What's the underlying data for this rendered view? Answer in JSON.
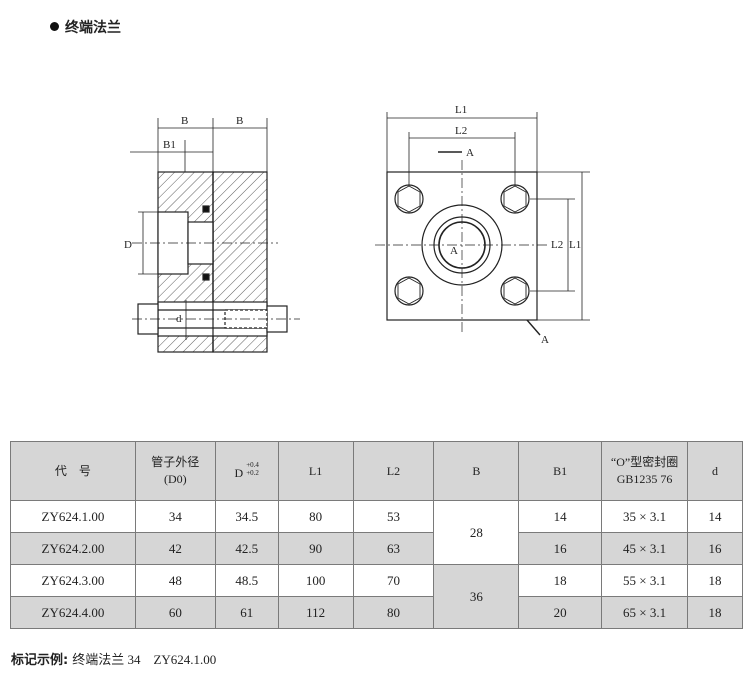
{
  "title": "终端法兰",
  "drawing": {
    "left_labels": {
      "b1": "B",
      "b2": "B",
      "b_sub": "B1",
      "d_big": "D",
      "d_small": "d"
    },
    "right_labels": {
      "l1_top": "L1",
      "l2_top": "L2",
      "a_top": "A",
      "a_center": "A",
      "l2_side": "L2",
      "l1_side": "L1",
      "a_bottom": "A"
    }
  },
  "table": {
    "headers": {
      "code": "代　号",
      "pipe_line1": "管子外径",
      "pipe_line2": "(D0)",
      "d_main": "D",
      "d_tol_upper": "+0.4",
      "d_tol_lower": "+0.2",
      "l1": "L1",
      "l2": "L2",
      "b": "B",
      "b1": "B1",
      "oring_line1": "“O”型密封圈",
      "oring_line2": "GB1235  76",
      "d": "d"
    },
    "rows": [
      {
        "code": "ZY624.1.00",
        "pipe": "34",
        "D": "34.5",
        "L1": "80",
        "L2": "53",
        "B1": "14",
        "oring": "35 × 3.1",
        "d": "14"
      },
      {
        "code": "ZY624.2.00",
        "pipe": "42",
        "D": "42.5",
        "L1": "90",
        "L2": "63",
        "B1": "16",
        "oring": "45 × 3.1",
        "d": "16"
      },
      {
        "code": "ZY624.3.00",
        "pipe": "48",
        "D": "48.5",
        "L1": "100",
        "L2": "70",
        "B1": "18",
        "oring": "55 × 3.1",
        "d": "18"
      },
      {
        "code": "ZY624.4.00",
        "pipe": "60",
        "D": "61",
        "L1": "112",
        "L2": "80",
        "B1": "20",
        "oring": "65 × 3.1",
        "d": "18"
      }
    ],
    "b_group1": "28",
    "b_group2": "36"
  },
  "example": {
    "label": "标记示例:",
    "value": "终端法兰 34　ZY624.1.00"
  }
}
